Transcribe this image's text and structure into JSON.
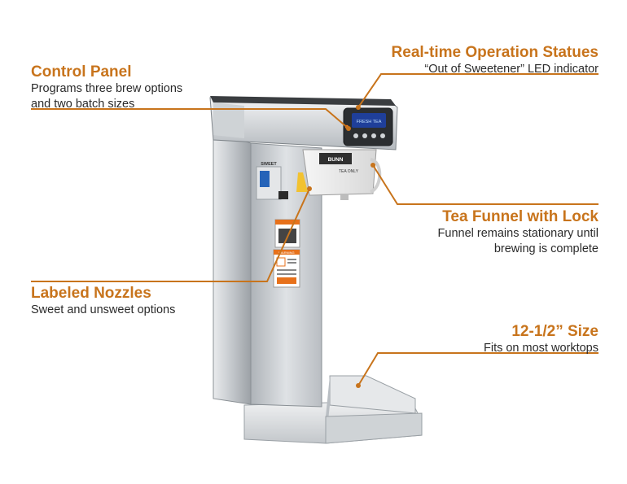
{
  "colors": {
    "accent": "#c8741c",
    "steel_light": "#d9dcdf",
    "steel_dark": "#8e9398",
    "display_blue": "#1f3f9a",
    "knob_blue": "#2563b8",
    "warning_orange": "#e7711b"
  },
  "callouts": {
    "control_panel": {
      "title": "Control Panel",
      "lines": [
        "Programs three brew options",
        "and two batch sizes"
      ]
    },
    "realtime": {
      "title": "Real-time Operation Statues",
      "lines": [
        "“Out of Sweetener” LED indicator"
      ]
    },
    "funnel": {
      "title": "Tea Funnel with Lock",
      "lines": [
        "Funnel remains stationary until",
        "brewing is complete"
      ]
    },
    "nozzles": {
      "title": "Labeled Nozzles",
      "lines": [
        "Sweet and unsweet options"
      ]
    },
    "size": {
      "title": "12-1/2” Size",
      "lines": [
        "Fits on most worktops"
      ]
    }
  },
  "machine": {
    "nozzle_label": "SWEET",
    "funnel_label_1": "BUNN",
    "funnel_label_2": "TEA ONLY",
    "warning_label": "WARNING",
    "brand": "BUNN",
    "display_text": "FRESH TEA"
  }
}
